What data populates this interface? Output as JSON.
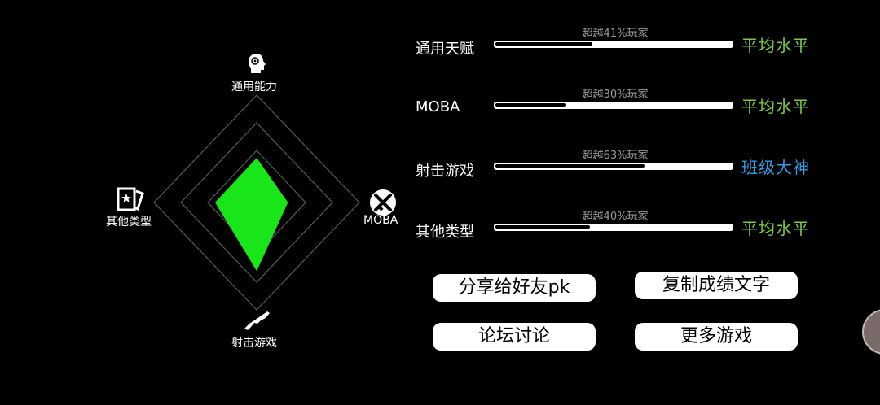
{
  "radar": {
    "axes": [
      "通用能力",
      "MOBA",
      "射击游戏",
      "其他类型"
    ],
    "icons": [
      "head-gear-icon",
      "crossed-swords-icon",
      "rifle-icon",
      "star-card-icon"
    ],
    "values": [
      0.41,
      0.3,
      0.63,
      0.4
    ],
    "fill_color": "#19e619"
  },
  "stats": [
    {
      "name": "通用天赋",
      "percent_text": "超越41%玩家",
      "percent": 41,
      "rank": "平均水平",
      "rank_color": "#7cc94a"
    },
    {
      "name": "MOBA",
      "percent_text": "超越30%玩家",
      "percent": 30,
      "rank": "平均水平",
      "rank_color": "#7cc94a"
    },
    {
      "name": "射击游戏",
      "percent_text": "超越63%玩家",
      "percent": 63,
      "rank": "班级大神",
      "rank_color": "#2f9de0"
    },
    {
      "name": "其他类型",
      "percent_text": "超越40%玩家",
      "percent": 40,
      "rank": "平均水平",
      "rank_color": "#7cc94a"
    }
  ],
  "buttons": {
    "share": "分享给好友pk",
    "copy": "复制成绩文字",
    "forum": "论坛讨论",
    "more": "更多游戏"
  }
}
